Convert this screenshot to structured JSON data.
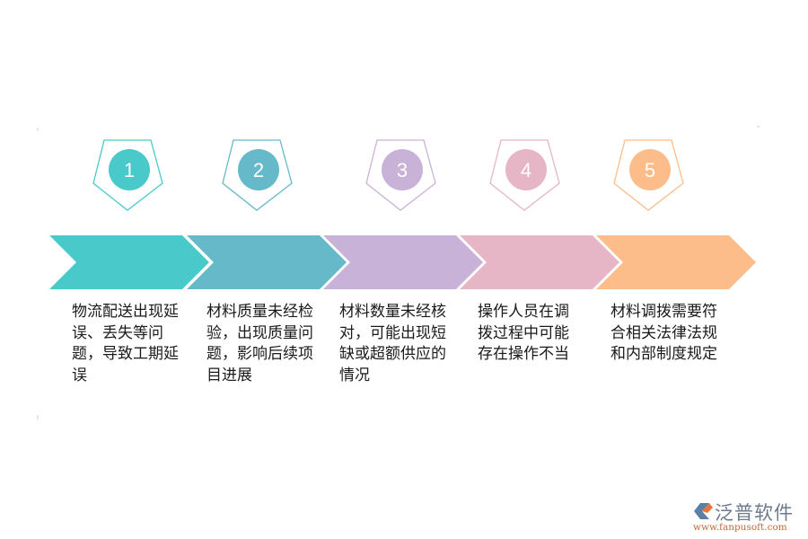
{
  "steps": [
    {
      "number": "1",
      "color": "#4ac9ca",
      "text": "物流配送出现延误、丢失等问题，导致工期延误"
    },
    {
      "number": "2",
      "color": "#66b9c9",
      "text": "材料质量未经检验，出现质量问题，影响后续项目进展"
    },
    {
      "number": "3",
      "color": "#c9b2d7",
      "text": "材料数量未经核对，可能出现短缺或超额供应的情况"
    },
    {
      "number": "4",
      "color": "#e6b6c6",
      "text": "操作人员在调拨过程中可能存在操作不当"
    },
    {
      "number": "5",
      "color": "#fdbd8a",
      "text": "材料调拨需要符合相关法律法规和内部制度规定"
    }
  ],
  "logo": {
    "name": "泛普软件",
    "url": "www.fanpusoft.com",
    "icon": "fanpu-logo-icon",
    "colors": {
      "blue": "#5b7fa6",
      "orange": "#e8753a"
    }
  }
}
